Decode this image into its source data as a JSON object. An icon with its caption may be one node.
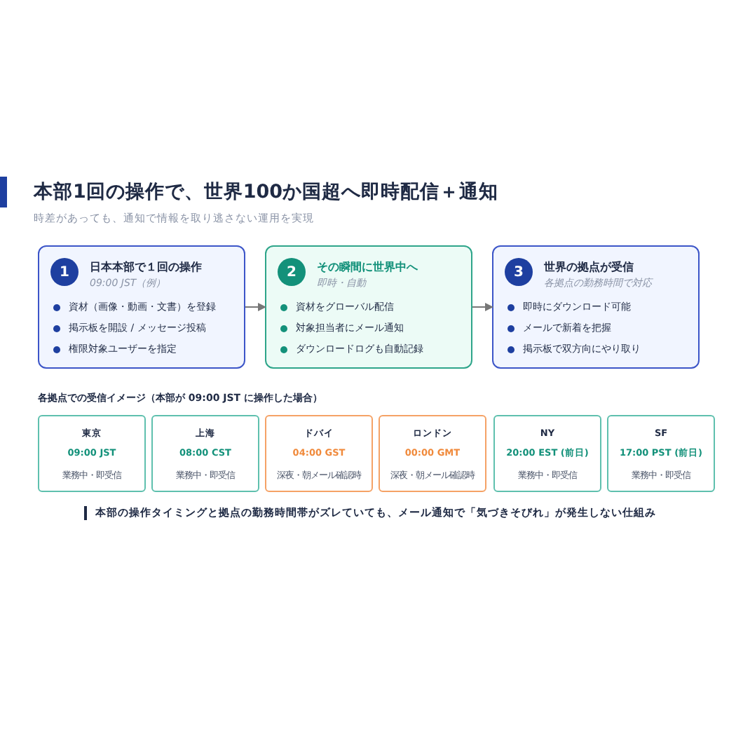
{
  "diagram": {
    "title": "本部1回の操作で、世界100か国超へ即時配信＋通知",
    "nodes": [
      {
        "text": [
          "1",
          "日本本部で１回の操作",
          "09:00 JST（例）",
          "資材（画像・動画・文書）を登録",
          "掲示板を開設 / メッセージ投稿",
          "権限対象ユーザーを指定"
        ]
      },
      {
        "text": [
          "2",
          "その瞬間に世界中へ",
          "即時・自動",
          "資材をグローバル配信",
          "対象担当者にメール通知",
          "ダウンロードログも自動記録"
        ]
      },
      {
        "text": [
          "3",
          "世界の拠点が受信",
          "各拠点の勤務時間で対応",
          "即時にダウンロード可能",
          "メールで新着を把握",
          "掲示板で双方向にやり取り"
        ]
      },
      {
        "text": [
          "東京",
          "09:00 JST",
          "業務中・即受信"
        ]
      },
      {
        "text": [
          "上海",
          "08:00 CST",
          "業務中・即受信"
        ]
      },
      {
        "text": [
          "ドバイ",
          "04:00 GST",
          "深夜・朝メール確認時"
        ]
      },
      {
        "text": [
          "ロンドン",
          "00:00 GMT",
          "深夜・朝メール確認時"
        ]
      },
      {
        "text": [
          "NY",
          "20:00 EST (前日)",
          "業務中・即受信"
        ]
      },
      {
        "text": [
          "SF",
          "17:00 PST (前日)",
          "業務中・即受信"
        ]
      }
    ],
    "edges": [
      {
        "from": 0,
        "to": 1,
        "arrow": "to"
      },
      {
        "from": 1,
        "to": 2,
        "arrow": "to"
      }
    ],
    "labels": [
      "時差があっても、通知で情報を取り逃さない運用を実現",
      "各拠点での受信イメージ（本部が 09:00 JST に操作した場合）",
      "本部の操作タイミングと拠点の勤務時間帯がズレていても、メール通知で「気づきそびれ」が発生しない仕組み"
    ]
  }
}
